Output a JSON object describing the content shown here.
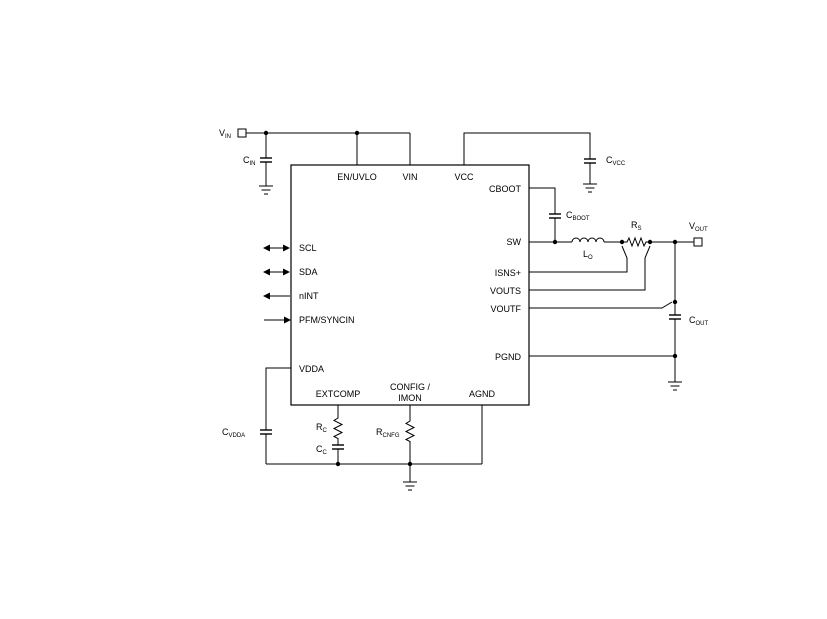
{
  "pins": {
    "en_uvlo": "EN/UVLO",
    "vin": "VIN",
    "vcc": "VCC",
    "cboot": "CBOOT",
    "sw": "SW",
    "isns": "ISNS+",
    "vouts": "VOUTS",
    "voutf": "VOUTF",
    "pgnd": "PGND",
    "scl": "SCL",
    "sda": "SDA",
    "nint": "nINT",
    "pfm_syncin": "PFM/SYNCIN",
    "vdda": "VDDA",
    "extcomp": "EXTCOMP",
    "config_line1": "CONFIG /",
    "config_line2": "IMON",
    "agnd": "AGND"
  },
  "components": {
    "vin_label": "V",
    "vin_sub": "IN",
    "cin_label": "C",
    "cin_sub": "IN",
    "cvcc_label": "C",
    "cvcc_sub": "VCC",
    "cboot_label": "C",
    "cboot_sub": "BOOT",
    "rs_label": "R",
    "rs_sub": "S",
    "lo_label": "L",
    "lo_sub": "O",
    "vout_label": "V",
    "vout_sub": "OUT",
    "cout_label": "C",
    "cout_sub": "OUT",
    "rc_label": "R",
    "rc_sub": "C",
    "cc_label": "C",
    "cc_sub": "C",
    "rcnfg_label": "R",
    "rcnfg_sub": "CNFG",
    "cvdda_label": "C",
    "cvdda_sub": "VDDA"
  }
}
